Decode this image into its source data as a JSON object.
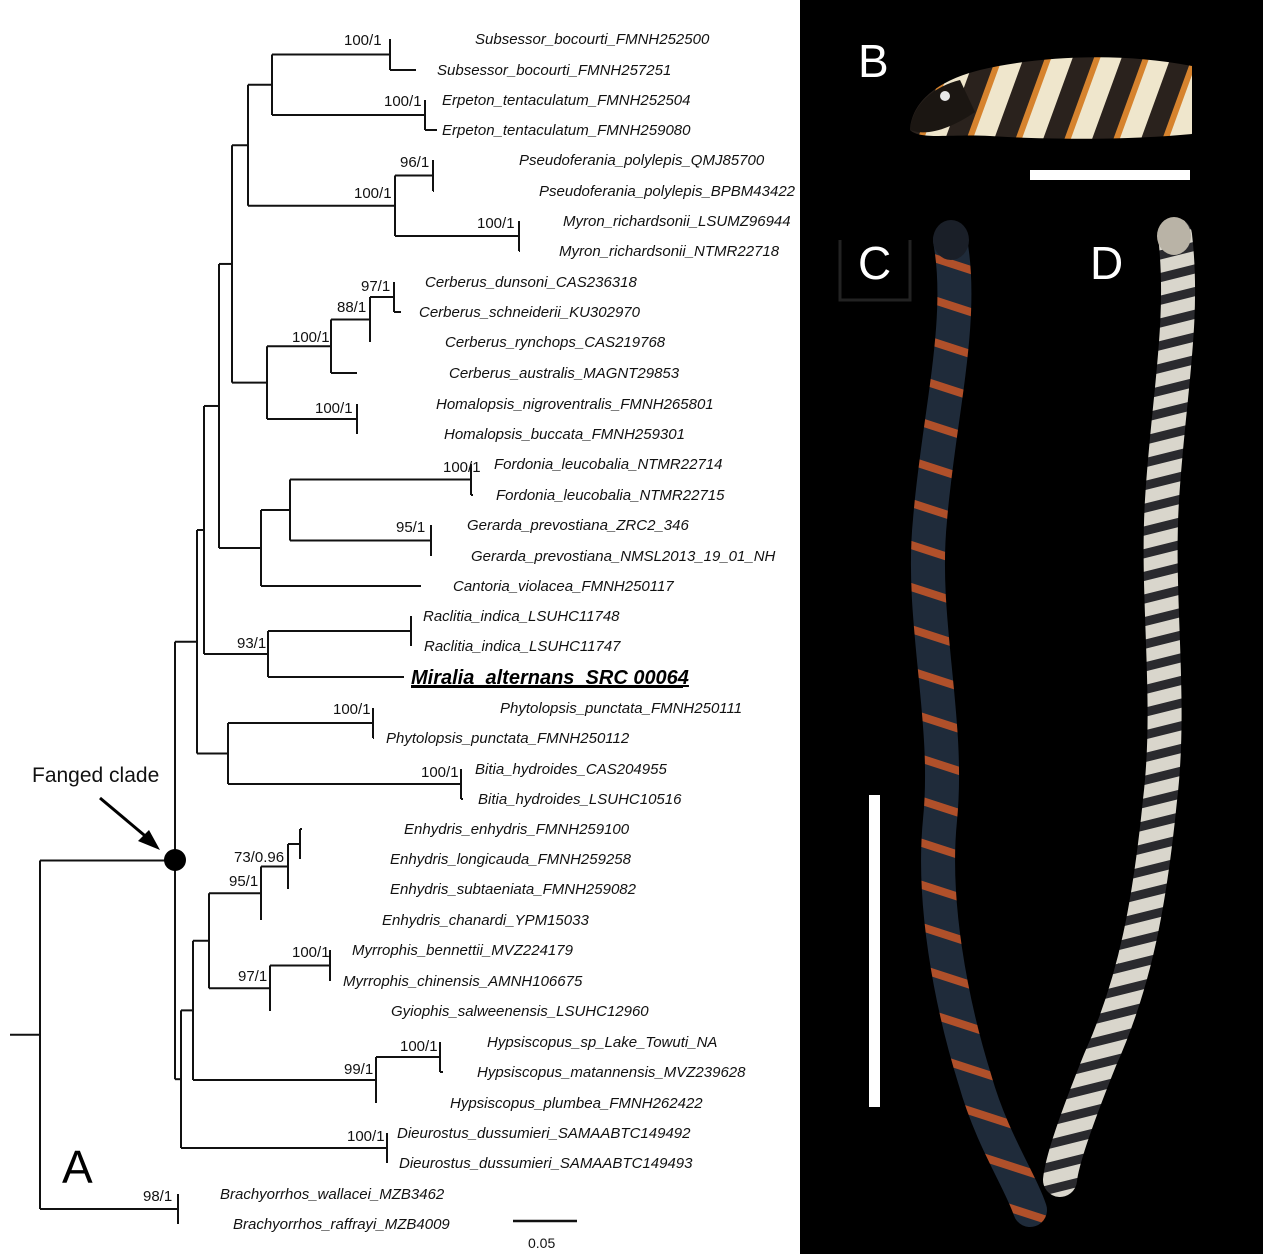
{
  "panels": {
    "a_label": "A",
    "b_label": "B",
    "c_label": "C",
    "d_label": "D"
  },
  "annotation": {
    "fanged_clade": "Fanged clade"
  },
  "scale": {
    "label": "0.05"
  },
  "highlighted_taxon": "Miralia_alternans_SRC 00064",
  "taxa": [
    "Subsessor_bocourti_FMNH252500",
    "Subsessor_bocourti_FMNH257251",
    "Erpeton_tentaculatum_FMNH252504",
    "Erpeton_tentaculatum_FMNH259080",
    "Pseudoferania_polylepis_QMJ85700",
    "Pseudoferania_polylepis_BPBM43422",
    "Myron_richardsonii_LSUMZ96944",
    "Myron_richardsonii_NTMR22718",
    "Cerberus_dunsoni_CAS236318",
    "Cerberus_schneiderii_KU302970",
    "Cerberus_rynchops_CAS219768",
    "Cerberus_australis_MAGNT29853",
    "Homalopsis_nigroventralis_FMNH265801",
    "Homalopsis_buccata_FMNH259301",
    "Fordonia_leucobalia_NTMR22714",
    "Fordonia_leucobalia_NTMR22715",
    "Gerarda_prevostiana_ZRC2_346",
    "Gerarda_prevostiana_NMSL2013_19_01_NH",
    "Cantoria_violacea_FMNH250117",
    "Raclitia_indica_LSUHC11748",
    "Raclitia_indica_LSUHC11747",
    "Miralia_alternans_SRC 00064",
    "Phytolopsis_punctata_FMNH250111",
    "Phytolopsis_punctata_FMNH250112",
    "Bitia_hydroides_CAS204955",
    "Bitia_hydroides_LSUHC10516",
    "Enhydris_enhydris_FMNH259100",
    "Enhydris_longicauda_FMNH259258",
    "Enhydris_subtaeniata_FMNH259082",
    "Enhydris_chanardi_YPM15033",
    "Myrrophis_bennettii_MVZ224179",
    "Myrrophis_chinensis_AMNH106675",
    "Gyiophis_salweenensis_LSUHC12960",
    "Hypsiscopus_sp_Lake_Towuti_NA",
    "Hypsiscopus_matannensis_MVZ239628",
    "Hypsiscopus_plumbea_FMNH262422",
    "Dieurostus_dussumieri_SAMAABTC149492",
    "Dieurostus_dussumieri_SAMAABTC149493",
    "Brachyorrhos_wallacei_MZB3462",
    "Brachyorrhos_raffrayi_MZB4009"
  ],
  "supports": [
    "100/1",
    "100/1",
    "96/1",
    "100/1",
    "100/1",
    "97/1",
    "88/1",
    "100/1",
    "100/1",
    "100/1",
    "95/1",
    "93/1",
    "100/1",
    "100/1",
    "73/0.96",
    "95/1",
    "100/1",
    "97/1",
    "100/1",
    "99/1",
    "100/1",
    "98/1"
  ]
}
